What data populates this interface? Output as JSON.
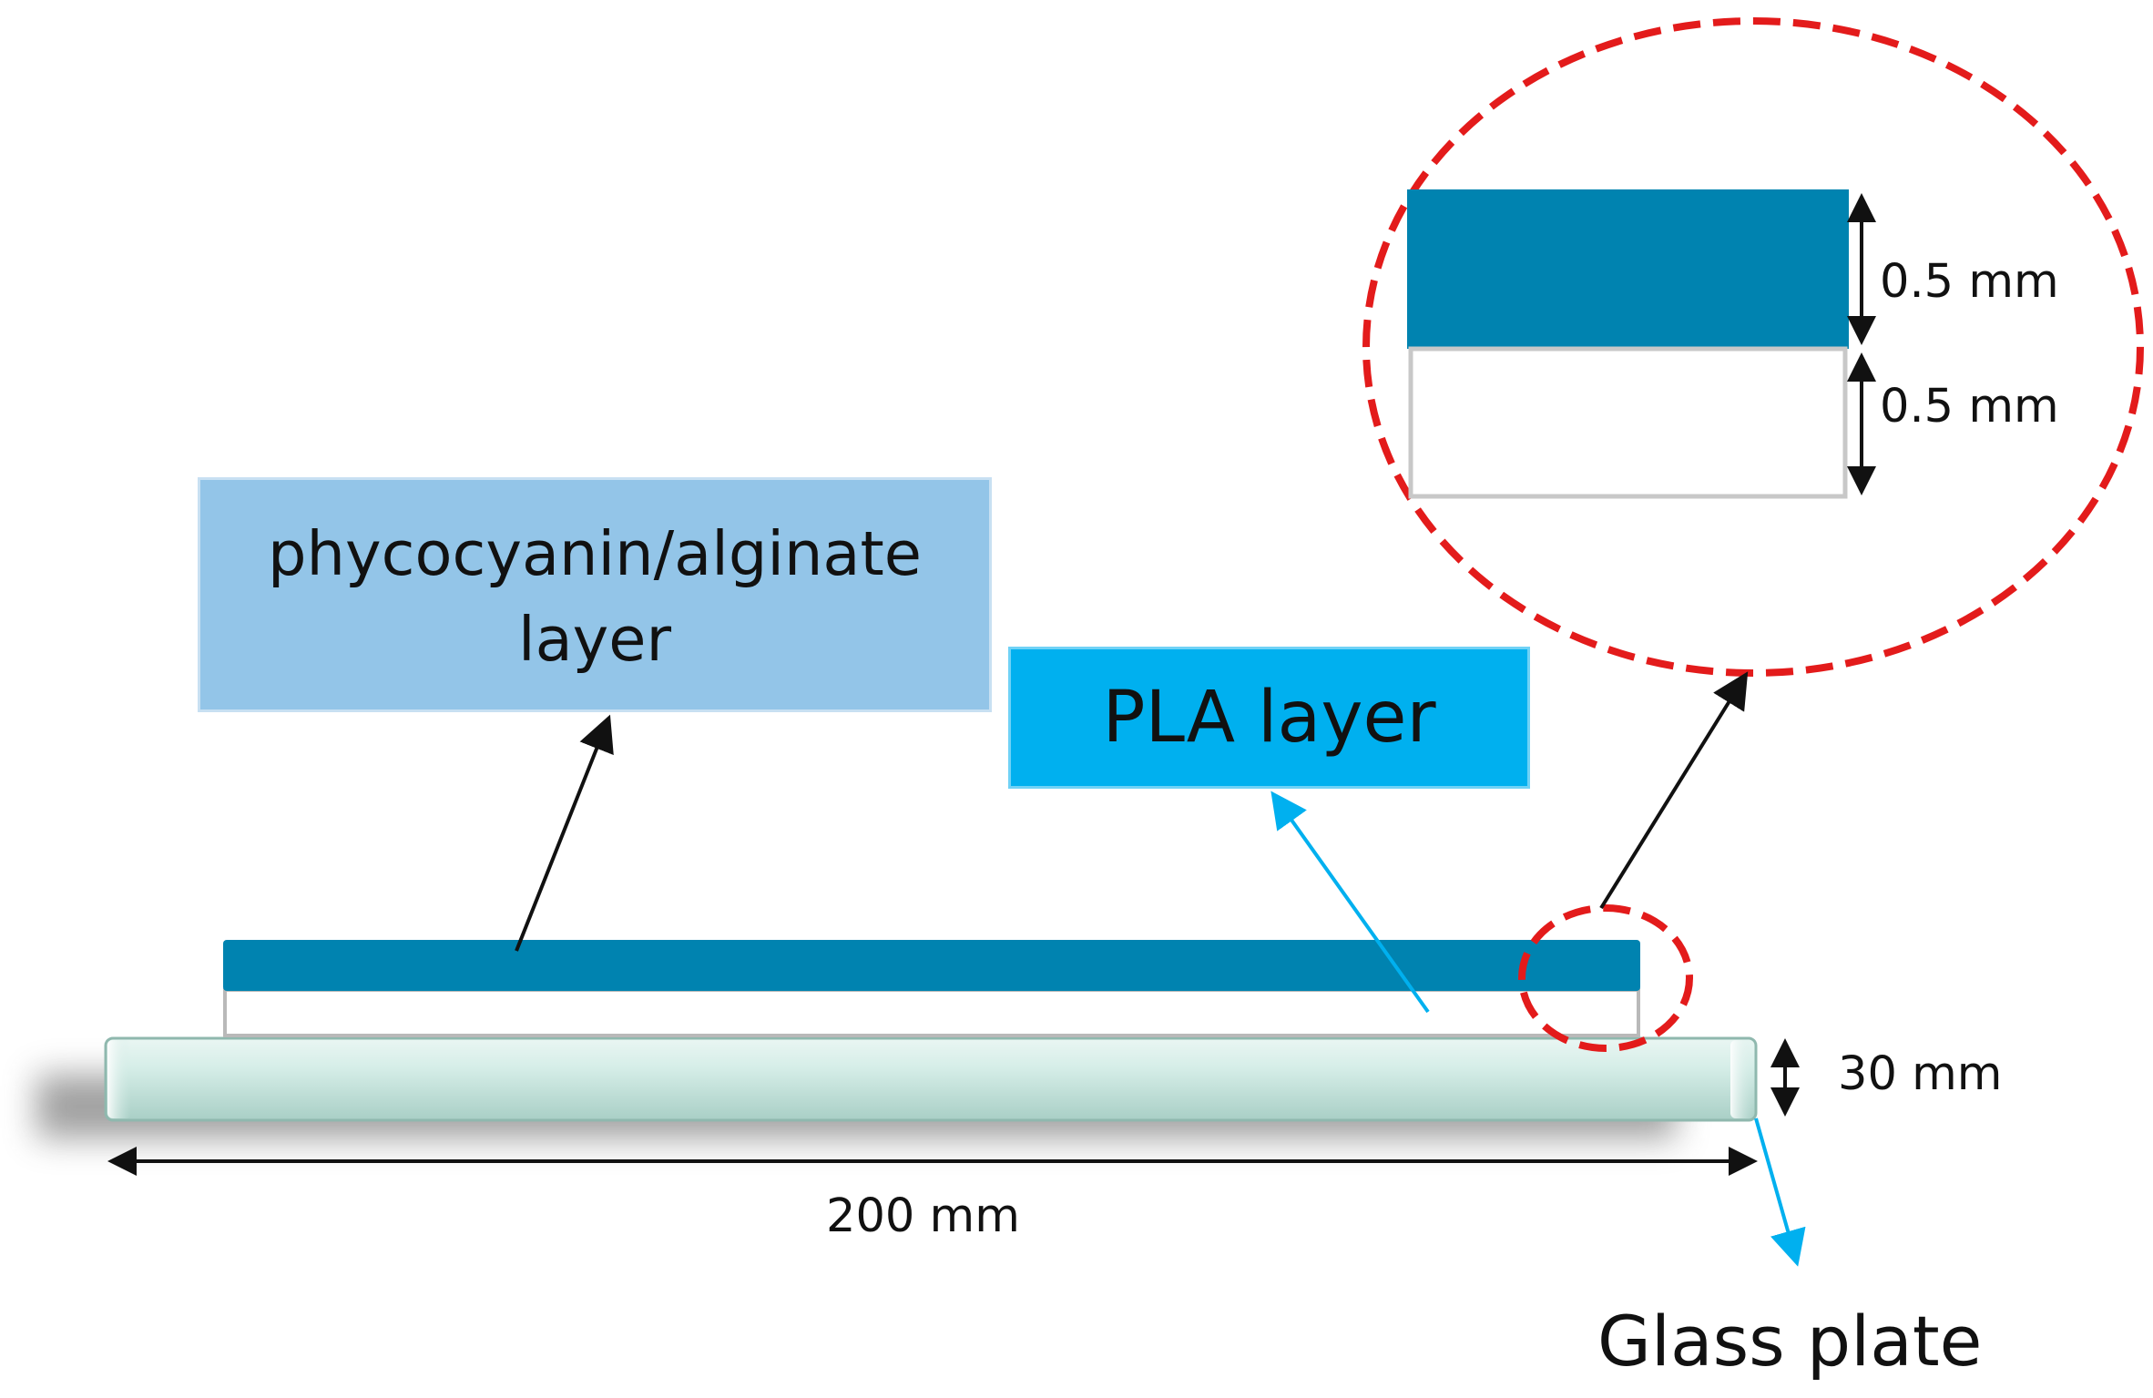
{
  "colors": {
    "coating_layer": "#0083b0",
    "pla_layer": "#ffffff",
    "glass_plate": "#cfe9e3",
    "pc_box_fill": "#93c5e8",
    "pla_box_fill": "#00b0ef",
    "zoom_outline": "#e31b1b",
    "pointer_black": "#111111",
    "pointer_blue": "#00b0ef"
  },
  "labels": {
    "pc_layer": "phycocyanin/alginate\nlayer",
    "pla_layer": "PLA layer",
    "glass_plate": "Glass plate",
    "glass_thickness": "30 mm",
    "length": "200 mm",
    "coating_thickness": "0.5 mm",
    "pla_thickness": "0.5 mm"
  }
}
